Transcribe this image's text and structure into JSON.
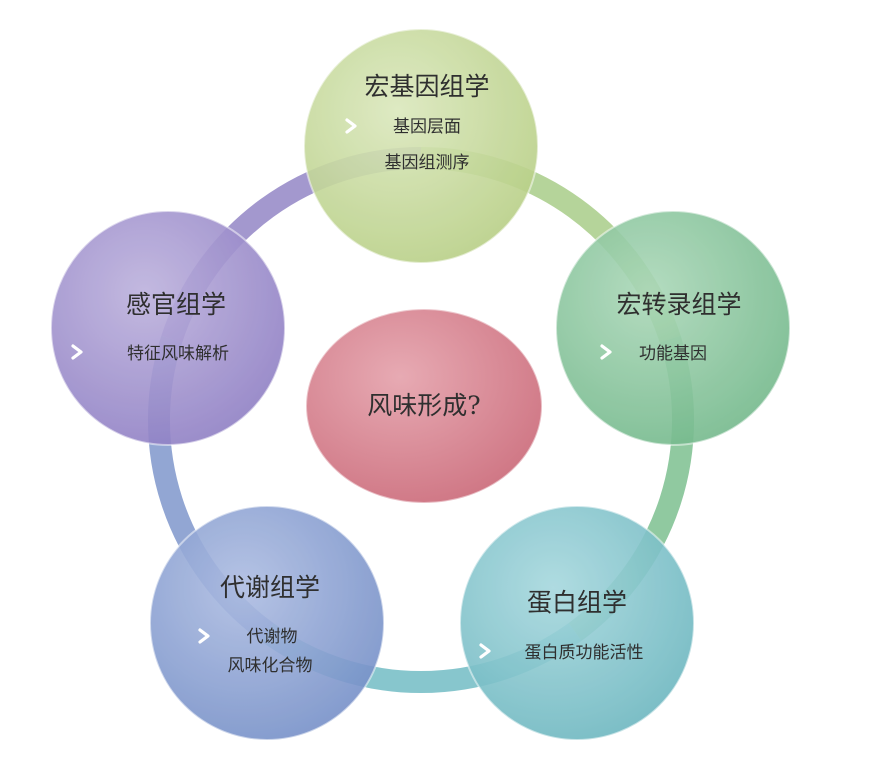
{
  "center": {
    "label": "风味形成?",
    "color": "#d98b96"
  },
  "nodes": [
    {
      "id": "metagenomics",
      "title": "宏基因组学",
      "color": "#c9dba0",
      "details": [
        "基因层面",
        "基因组测序"
      ],
      "icon": "chevron-right-icon"
    },
    {
      "id": "metatranscriptomics",
      "title": "宏转录组学",
      "color": "#8fc9a3",
      "details": [
        "功能基因"
      ],
      "icon": "chevron-right-icon"
    },
    {
      "id": "proteomics",
      "title": "蛋白组学",
      "color": "#86c8cf",
      "details": [
        "蛋白质功能活性"
      ],
      "icon": "chevron-right-icon"
    },
    {
      "id": "metabolomics",
      "title": "代谢组学",
      "color": "#8ea4d3",
      "details": [
        "代谢物",
        "风味化合物"
      ],
      "icon": "chevron-right-icon"
    },
    {
      "id": "sensoromics",
      "title": "感官组学",
      "color": "#a596cf",
      "details": [
        "特征风味解析"
      ],
      "icon": "chevron-right-icon"
    }
  ],
  "ring": {
    "colors": [
      "#a8cc88",
      "#7cc08f",
      "#72bcc4",
      "#7f96cb",
      "#9386c6"
    ]
  }
}
